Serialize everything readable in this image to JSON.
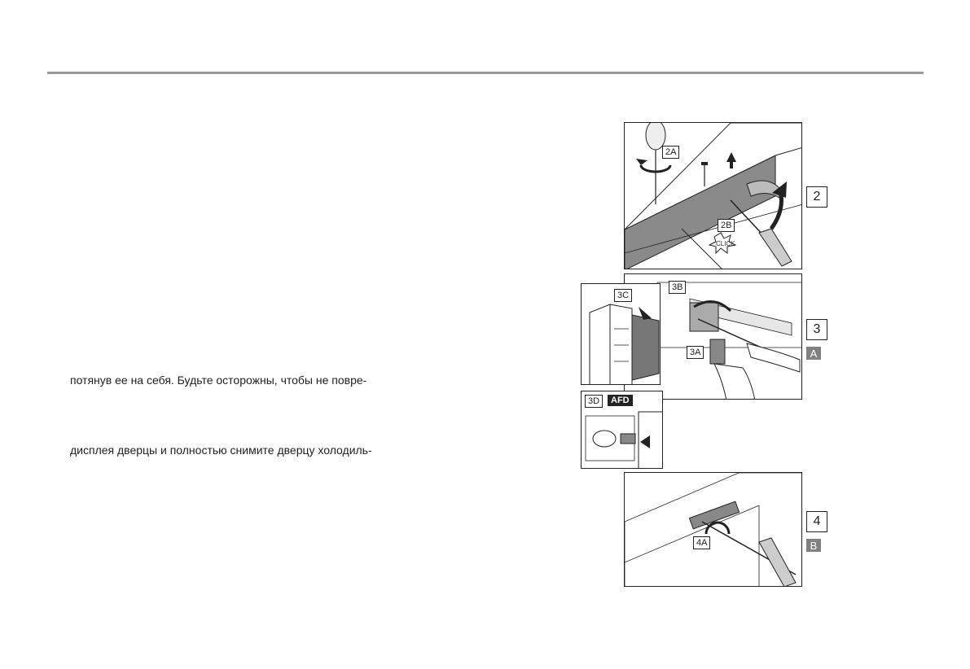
{
  "text": {
    "line1": "потянув ее на себя. Будьте осторожны, чтобы не повре-",
    "line2": "дисплея дверцы и полностью снимите дверцу холодиль-"
  },
  "illustration": {
    "step2": {
      "number": "2",
      "callout_a": "2A",
      "callout_b": "2B",
      "click": "CLICK"
    },
    "step3": {
      "number": "3",
      "letter": "A",
      "callout_a": "3A",
      "callout_b": "3B",
      "callout_c": "3C",
      "callout_d": "3D",
      "badge": "AFD"
    },
    "step4": {
      "number": "4",
      "letter": "B",
      "callout_a": "4A"
    }
  },
  "colors": {
    "rule": "#999999",
    "letter_badge": "#808080",
    "text": "#222222"
  }
}
